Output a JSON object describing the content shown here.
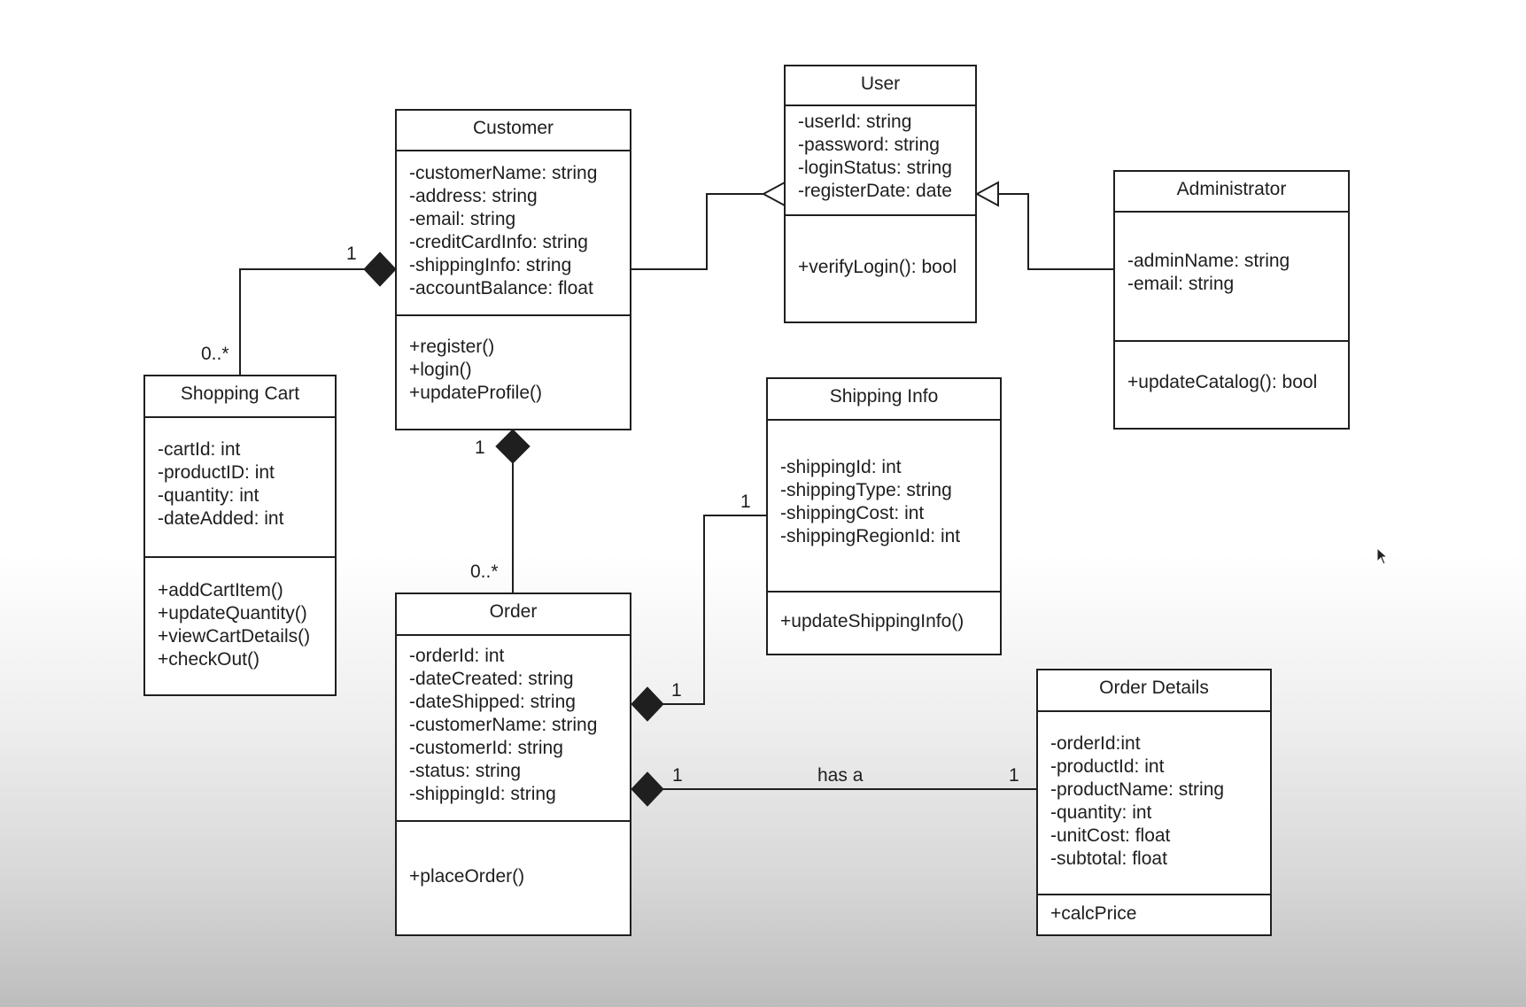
{
  "classes": {
    "user": {
      "name": "User",
      "attributes": [
        "-userId: string",
        "-password: string",
        "-loginStatus: string",
        "-registerDate: date"
      ],
      "methods": [
        "+verifyLogin(): bool"
      ]
    },
    "customer": {
      "name": "Customer",
      "attributes": [
        "-customerName: string",
        "-address: string",
        "-email: string",
        "-creditCardInfo: string",
        "-shippingInfo: string",
        "-accountBalance: float"
      ],
      "methods": [
        "+register()",
        "+login()",
        "+updateProfile()"
      ]
    },
    "administrator": {
      "name": "Administrator",
      "attributes": [
        "-adminName: string",
        "-email: string"
      ],
      "methods": [
        "+updateCatalog(): bool"
      ]
    },
    "shopping_cart": {
      "name": "Shopping Cart",
      "attributes": [
        "-cartId: int",
        "-productID: int",
        "-quantity: int",
        "-dateAdded: int"
      ],
      "methods": [
        "+addCartItem()",
        "+updateQuantity()",
        "+viewCartDetails()",
        "+checkOut()"
      ]
    },
    "shipping_info": {
      "name": "Shipping Info",
      "attributes": [
        "-shippingId: int",
        "-shippingType: string",
        "-shippingCost: int",
        "-shippingRegionId: int"
      ],
      "methods": [
        "+updateShippingInfo()"
      ]
    },
    "order": {
      "name": "Order",
      "attributes": [
        "-orderId: int",
        "-dateCreated: string",
        "-dateShipped: string",
        "-customerName: string",
        "-customerId: string",
        "-status: string",
        "-shippingId: string"
      ],
      "methods": [
        "+placeOrder()"
      ]
    },
    "order_details": {
      "name": "Order Details",
      "attributes": [
        "-orderId:int",
        "-productId: int",
        "-productName: string",
        "-quantity: int",
        "-unitCost: float",
        "-subtotal: float"
      ],
      "methods": [
        "+calcPrice"
      ]
    }
  },
  "relations": {
    "customer_cart": {
      "customer_end": "1",
      "cart_end": "0..*"
    },
    "customer_order": {
      "customer_end": "1",
      "order_end": "0..*"
    },
    "order_shipping": {
      "order_end": "1",
      "shipping_end": "1"
    },
    "order_details": {
      "order_end": "1",
      "details_end": "1",
      "label": "has a"
    }
  },
  "colors": {
    "line": "#1f1f1f",
    "box_fill": "#ffffff"
  }
}
